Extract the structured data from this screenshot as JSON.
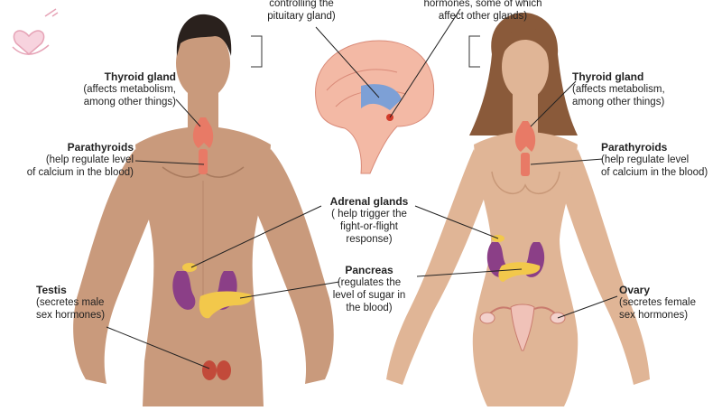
{
  "colors": {
    "skin_male": "#c99a7c",
    "skin_female": "#e0b596",
    "hair_male": "#2a211d",
    "hair_female": "#8a5a3a",
    "gland": "#e87a66",
    "kidney": "#8b3f87",
    "pancreas": "#f2c84b",
    "testis": "#c24a3a",
    "brain": "#f3b9a5"
  },
  "labels": {
    "top_left_partial": [
      "controlling the",
      "pituitary gland)"
    ],
    "top_right_partial": [
      "hormones, some of which",
      "affect other glands)"
    ],
    "thyroid_left": {
      "title": "Thyroid gland",
      "desc": [
        "(affects metabolism,",
        "among other things)"
      ]
    },
    "thyroid_right": {
      "title": "Thyroid gland",
      "desc": [
        "(affects metabolism,",
        "among other things)"
      ]
    },
    "parathyroids_left": {
      "title": "Parathyroids",
      "desc": [
        "(help regulate level",
        "of calcium in the blood)"
      ]
    },
    "parathyroids_right": {
      "title": "Parathyroids",
      "desc": [
        "(help regulate level",
        "of calcium in the blood)"
      ]
    },
    "adrenal": {
      "title": "Adrenal glands",
      "desc": [
        "( help trigger the",
        "fight-or-flight",
        "response)"
      ]
    },
    "pancreas": {
      "title": "Pancreas",
      "desc": [
        "(regulates the",
        "level of sugar in",
        "the blood)"
      ]
    },
    "testis": {
      "title": "Testis",
      "desc": [
        "(secretes male",
        "sex hormones)"
      ]
    },
    "ovary": {
      "title": "Ovary",
      "desc": [
        "(secretes female",
        "sex hormones)"
      ]
    }
  }
}
